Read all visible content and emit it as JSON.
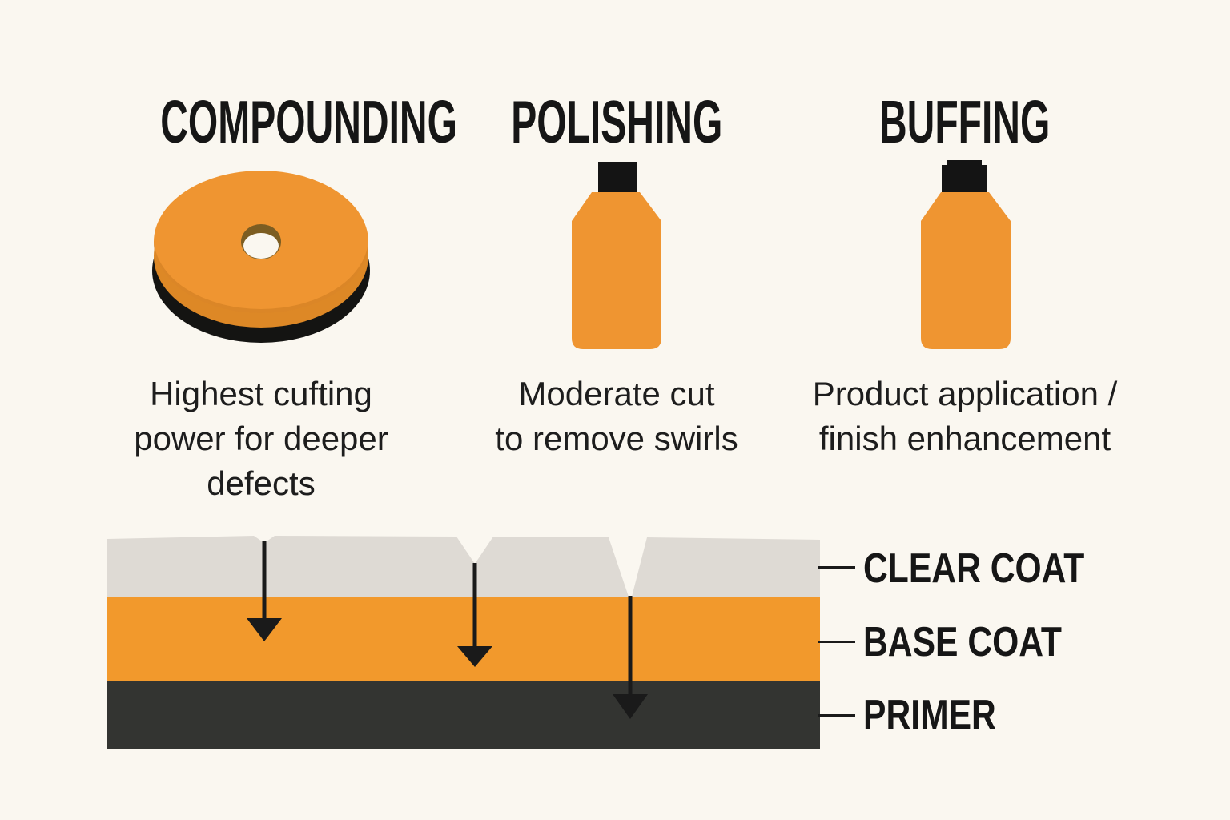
{
  "columns": [
    {
      "title": "COMPOUNDING",
      "icon": "buffing-pad-icon",
      "desc_lines": [
        "Highest cufting",
        "power for deeper",
        "defects"
      ]
    },
    {
      "title": "POLISHING",
      "icon": "product-bottle-icon",
      "desc_lines": [
        "Moderate cut",
        "to remove swirls"
      ]
    },
    {
      "title": "BUFFING",
      "icon": "product-bottle-icon",
      "desc_lines": [
        "Product application /",
        "finish enhancement"
      ]
    }
  ],
  "paint_layers": [
    {
      "label": "CLEAR COAT",
      "color": "#dedad4"
    },
    {
      "label": "BASE COAT",
      "color": "#f2992c"
    },
    {
      "label": "PRIMER",
      "color": "#333431"
    }
  ],
  "colors": {
    "background": "#faf7f0",
    "accent_orange": "#ef9531",
    "ink_black": "#1a1a1a"
  }
}
